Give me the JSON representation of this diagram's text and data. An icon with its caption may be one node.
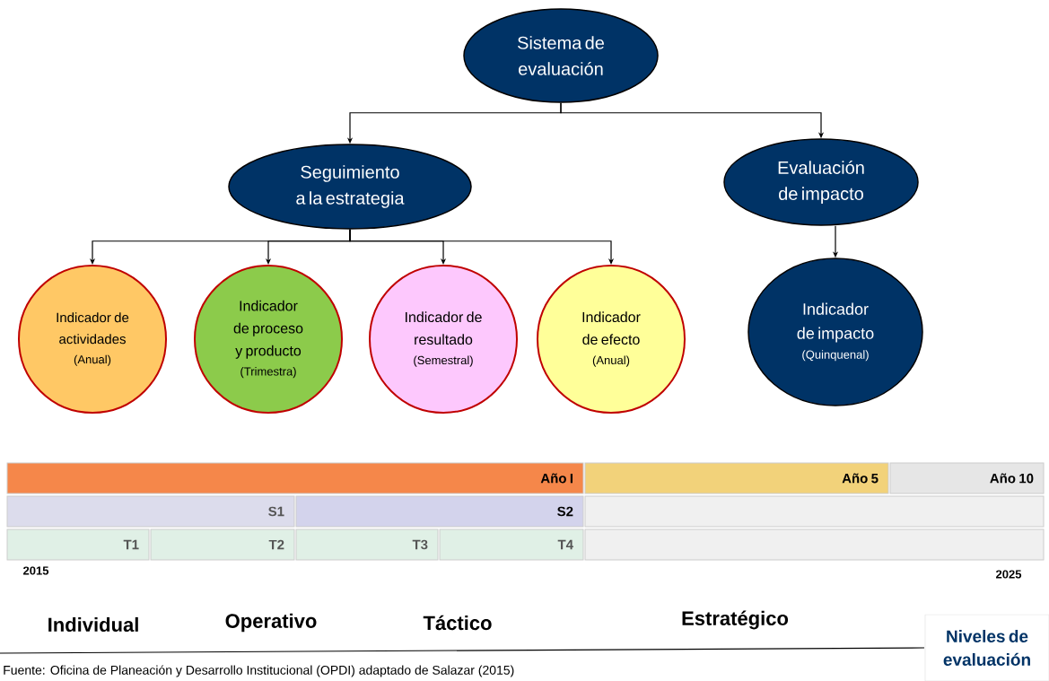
{
  "diagram": {
    "caption": "Fuente: Oficina de Planeación y Desarrollo Institucional (OPDI) adaptado de Salazar (2015)",
    "nodes": [
      {
        "text": [
          "Sistema de evaluación"
        ]
      },
      {
        "text": [
          "Seguimiento a la estrategia"
        ]
      },
      {
        "text": [
          "Evaluación de impacto"
        ]
      },
      {
        "text": [
          "Indicador de actividades",
          "(Anual)"
        ]
      },
      {
        "text": [
          "Indicador de proceso y producto",
          "(Trimestra)"
        ]
      },
      {
        "text": [
          "Indicador de resultado",
          "(Semestral)"
        ]
      },
      {
        "text": [
          "Indicador de efecto",
          "(Anual)"
        ]
      },
      {
        "text": [
          "Indicador de impacto",
          "(Quinquenal)"
        ]
      },
      {
        "text": [
          "Año I"
        ]
      },
      {
        "text": [
          "Año 5"
        ]
      },
      {
        "text": [
          "Año 10"
        ]
      },
      {
        "text": [
          "S1"
        ]
      },
      {
        "text": [
          "S2"
        ]
      },
      {
        "text": [],
        "shape": "box"
      },
      {
        "text": [
          "T1"
        ]
      },
      {
        "text": [
          "T2"
        ]
      },
      {
        "text": [
          "T3"
        ]
      },
      {
        "text": [
          "T4"
        ]
      },
      {
        "text": [],
        "shape": "box"
      },
      {
        "text": [
          "Niveles de evaluación"
        ]
      }
    ],
    "edges": [
      {
        "from": 0,
        "to": 1,
        "arrow": "to"
      },
      {
        "from": 0,
        "to": 2,
        "arrow": "to"
      },
      {
        "from": 1,
        "to": 3,
        "arrow": "to"
      },
      {
        "from": 1,
        "to": 4,
        "arrow": "to"
      },
      {
        "from": 1,
        "to": 5,
        "arrow": "to"
      },
      {
        "from": 1,
        "to": 6,
        "arrow": "to"
      },
      {
        "from": 2,
        "to": 7,
        "arrow": "to"
      }
    ],
    "labels": [
      "2015",
      "2025",
      "Individual",
      "Operativo",
      "Táctico",
      "Estratégico"
    ]
  }
}
